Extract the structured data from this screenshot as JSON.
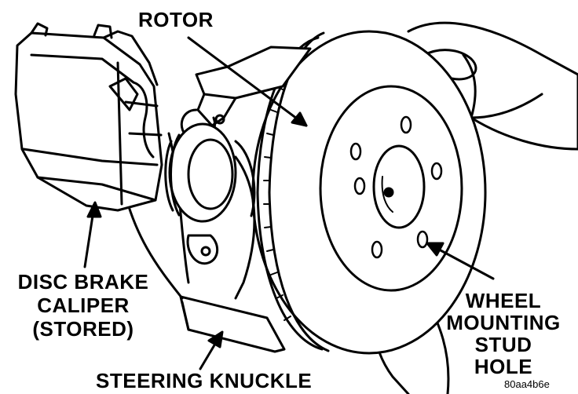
{
  "labels": {
    "rotor": "ROTOR",
    "caliper": [
      "DISC BRAKE",
      "CALIPER",
      "(STORED)"
    ],
    "knuckle": "STEERING KNUCKLE",
    "stud_hole": [
      "WHEEL",
      "MOUNTING",
      "STUD",
      "HOLE"
    ]
  },
  "figure_code": "80aa4b6e",
  "colors": {
    "ink": "#000000",
    "paper": "#ffffff"
  }
}
